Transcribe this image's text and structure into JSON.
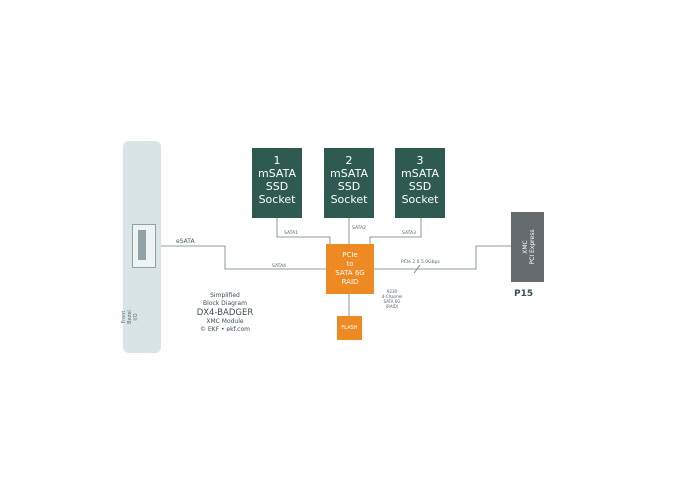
{
  "bezel": {
    "label": "Front\nBezel\nI/O"
  },
  "sockets": [
    {
      "num": "1",
      "l1": "mSATA",
      "l2": "SSD",
      "l3": "Socket"
    },
    {
      "num": "2",
      "l1": "mSATA",
      "l2": "SSD",
      "l3": "Socket"
    },
    {
      "num": "3",
      "l1": "mSATA",
      "l2": "SSD",
      "l3": "Socket"
    }
  ],
  "links": {
    "sata1": "SATA1",
    "sata2": "SATA2",
    "sata3": "SATA3",
    "sata4": "SATA4",
    "esata": "eSATA",
    "pcie": "PCIe 2 0.5.0Gbps"
  },
  "raid": {
    "l1": "PCIe",
    "l2": "to",
    "l3": "SATA 6G",
    "l4": "RAID"
  },
  "raid_note": {
    "l1": "9230",
    "l2": "4-Channel",
    "l3": "SATA 6G",
    "l4": "(RAID)"
  },
  "flash": {
    "label": "FLASH"
  },
  "xmc": {
    "l1": "XMC",
    "l2": "PCI Express",
    "connector": "P15"
  },
  "caption": {
    "l1": "Simplified",
    "l2": "Block Diagram",
    "l3": "DX4-BADGER",
    "l4": "XMC Module",
    "l5": "© EKF • ekf.com"
  },
  "colors": {
    "socket": "#2f5a52",
    "controller": "#ee8a24",
    "xmc": "#666b6f",
    "bezel": "#d9e4e7",
    "lines": "#6f7f84"
  }
}
